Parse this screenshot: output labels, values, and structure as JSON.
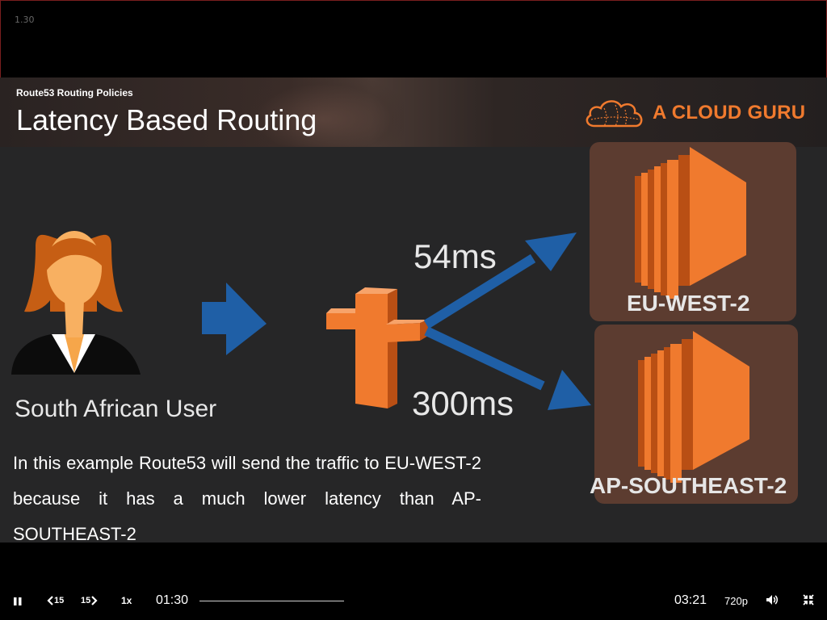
{
  "player": {
    "top_timestamp": "1.30",
    "current_time": "01:30",
    "duration": "03:21",
    "quality": "720p",
    "speed": "1x",
    "rewind_label": "15",
    "forward_label": "15",
    "progress": 0.45
  },
  "slide": {
    "subtitle": "Route53 Routing Policies",
    "title": "Latency Based Routing",
    "logo_text": "A CLOUD GURU",
    "user_label": "South African User",
    "latency_top": "54ms",
    "latency_bottom": "300ms",
    "region_top": "EU-WEST-2",
    "region_bottom": "AP-SOUTHEAST-2",
    "explanation": "In this example Route53 will send the traffic to EU-WEST-2 because it has a much lower latency than AP-SOUTHEAST-2"
  },
  "colors": {
    "accent_orange": "#f07a2e",
    "arrow_blue": "#1f5fa6",
    "region_box": "#5c3c30",
    "slide_bg": "#262627"
  },
  "icons": [
    "pause-icon",
    "rewind-15-icon",
    "forward-15-icon",
    "volume-icon",
    "exit-fullscreen-icon",
    "cloud-logo-icon",
    "user-avatar-icon",
    "route53-icon",
    "ec2-icon"
  ]
}
